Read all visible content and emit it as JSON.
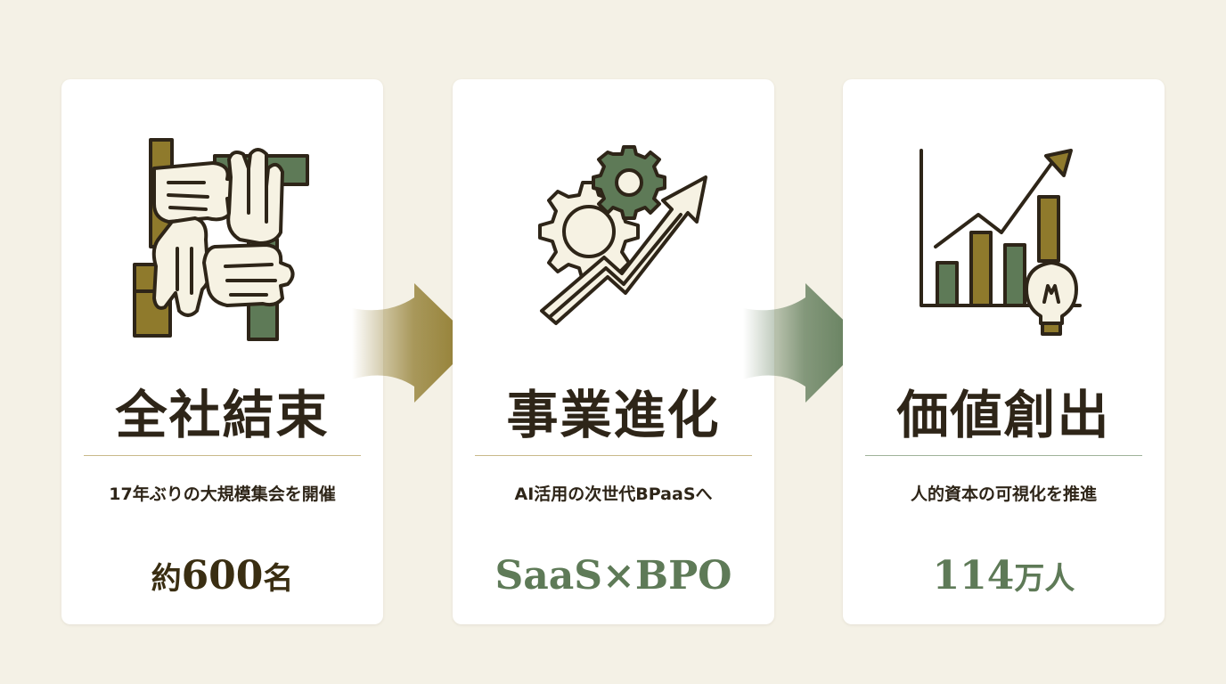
{
  "colors": {
    "gold": "#8f7a2c",
    "green": "#5e7a57",
    "dark": "#2e2518",
    "background": "#f4f1e6"
  },
  "cards": [
    {
      "icon": "four-hands-icon",
      "title": "全社結束",
      "subtitle": "17年ぶりの大規模集会を開催",
      "value_prefix": "約",
      "value": "600",
      "value_suffix": "名",
      "value_color": "#3a2e12",
      "rule_color": "#c9b98a"
    },
    {
      "icon": "gear-growth-arrow-icon",
      "title": "事業進化",
      "subtitle": "AI活用の次世代BPaaSへ",
      "value_prefix": "",
      "value": "SaaS×BPO",
      "value_suffix": "",
      "value_color": "#5e7a57",
      "rule_color": "#c9b98a"
    },
    {
      "icon": "bar-chart-lightbulb-icon",
      "title": "価値創出",
      "subtitle": "人的資本の可視化を推進",
      "value_prefix": "",
      "value": "114",
      "value_suffix": "万人",
      "value_color": "#5e7a57",
      "rule_color": "#9fb29a"
    }
  ],
  "arrows": [
    {
      "icon": "right-arrow-icon",
      "color": "#8f7a2c"
    },
    {
      "icon": "right-arrow-icon",
      "color": "#5e7a57"
    }
  ]
}
